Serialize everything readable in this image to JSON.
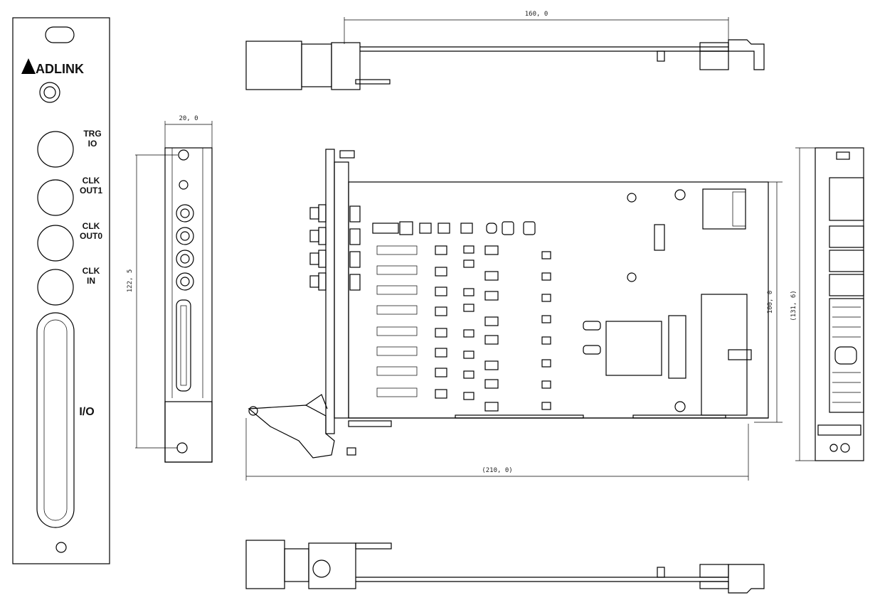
{
  "front_panel": {
    "brand": "ADLINK",
    "connectors": [
      {
        "line1": "TRG",
        "line2": "IO"
      },
      {
        "line1": "CLK",
        "line2": "OUT1"
      },
      {
        "line1": "CLK",
        "line2": "OUT0"
      },
      {
        "line1": "CLK",
        "line2": "IN"
      }
    ],
    "io_label": "I/O"
  },
  "dimensions": {
    "top_length": "160, 0",
    "panel_width": "20, 0",
    "panel_height": "122, 5",
    "board_width": "(210, 0)",
    "board_height": "100, 0",
    "right_height": "(131, 6)"
  }
}
